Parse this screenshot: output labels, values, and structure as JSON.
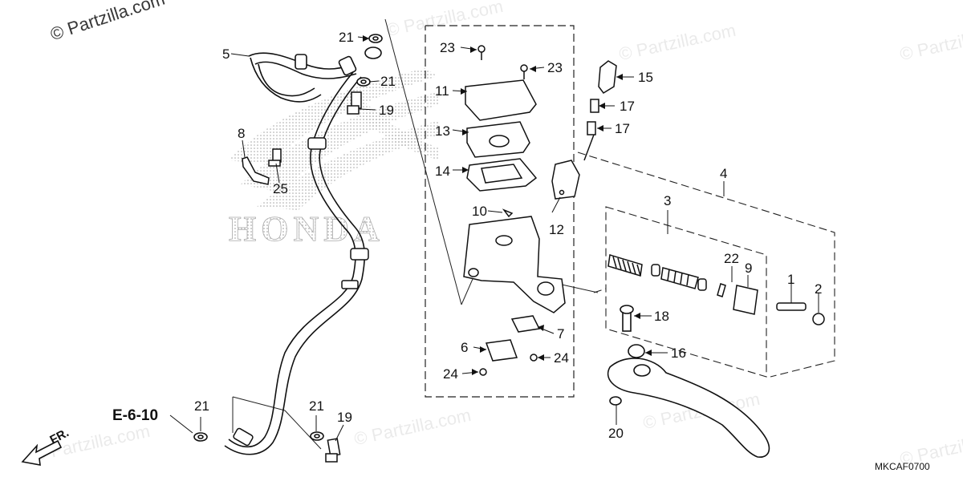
{
  "watermark": {
    "top_left": "© Partzilla.com",
    "faint": "© Partzilla.com"
  },
  "background_logo": "HONDA",
  "reference": "E-6-10",
  "direction": "FR.",
  "diagram_code": "MKCAF0700",
  "callouts": [
    {
      "id": "c-21-top",
      "text": "21"
    },
    {
      "id": "c-5",
      "text": "5"
    },
    {
      "id": "c-21-mid",
      "text": "21"
    },
    {
      "id": "c-19-top",
      "text": "19"
    },
    {
      "id": "c-8",
      "text": "8"
    },
    {
      "id": "c-25",
      "text": "25"
    },
    {
      "id": "c-23-a",
      "text": "23"
    },
    {
      "id": "c-23-b",
      "text": "23"
    },
    {
      "id": "c-11",
      "text": "11"
    },
    {
      "id": "c-13",
      "text": "13"
    },
    {
      "id": "c-14",
      "text": "14"
    },
    {
      "id": "c-10",
      "text": "10"
    },
    {
      "id": "c-12",
      "text": "12"
    },
    {
      "id": "c-15",
      "text": "15"
    },
    {
      "id": "c-17-a",
      "text": "17"
    },
    {
      "id": "c-17-b",
      "text": "17"
    },
    {
      "id": "c-4",
      "text": "4"
    },
    {
      "id": "c-3",
      "text": "3"
    },
    {
      "id": "c-22",
      "text": "22"
    },
    {
      "id": "c-9",
      "text": "9"
    },
    {
      "id": "c-1",
      "text": "1"
    },
    {
      "id": "c-2",
      "text": "2"
    },
    {
      "id": "c-7",
      "text": "7"
    },
    {
      "id": "c-6",
      "text": "6"
    },
    {
      "id": "c-24-a",
      "text": "24"
    },
    {
      "id": "c-24-b",
      "text": "24"
    },
    {
      "id": "c-18",
      "text": "18"
    },
    {
      "id": "c-16",
      "text": "16"
    },
    {
      "id": "c-20",
      "text": "20"
    },
    {
      "id": "c-21-bl",
      "text": "21"
    },
    {
      "id": "c-21-bm",
      "text": "21"
    },
    {
      "id": "c-19-b",
      "text": "19"
    }
  ]
}
